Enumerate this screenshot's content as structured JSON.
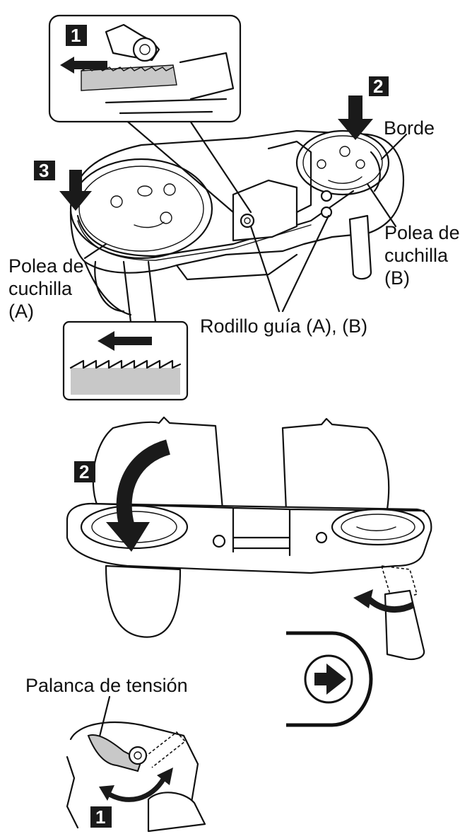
{
  "labels": {
    "borde": "Borde",
    "polea_b": [
      "Polea de",
      "cuchilla",
      "(B)"
    ],
    "polea_a": [
      "Polea de",
      "cuchilla",
      "(A)"
    ],
    "rodillo": "Rodillo guía (A), (B)",
    "palanca": "Palanca de tensión"
  },
  "steps": {
    "top_step_1": "1",
    "top_step_2": "2",
    "top_step_3": "3",
    "middle_step_2": "2",
    "bottom_step_1": "1"
  },
  "colors": {
    "line": "#111111",
    "marker_fill": "#1a1a1a",
    "shade": "#c8c8c8",
    "paper": "#ffffff"
  },
  "icons": [
    "arrow-right-icon",
    "direction-arrow-icon",
    "curved-arrow-icon"
  ]
}
